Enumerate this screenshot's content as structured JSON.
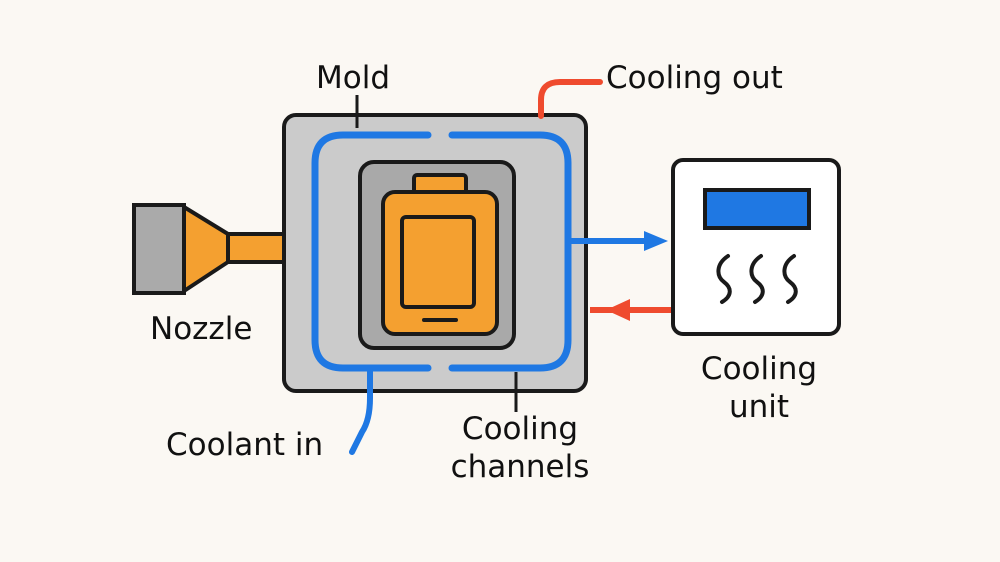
{
  "labels": {
    "mold": "Mold",
    "cooling_out": "Cooling out",
    "nozzle": "Nozzle",
    "coolant_in": "Coolant in",
    "cooling_channels": [
      "Cooling",
      "channels"
    ],
    "cooling_unit": [
      "Cooling",
      "unit"
    ]
  },
  "colors": {
    "background": "#fbf8f3",
    "mold": "#cbcbcb",
    "cavity": "#a9a9a9",
    "part": "#f4a030",
    "coolant": "#1f78e3",
    "hot_return": "#ef4b2e",
    "outline": "#1a1a1a",
    "unit_panel": "#ffffff"
  },
  "icons": [
    "nozzle-icon",
    "battery-part-icon",
    "display-panel-icon",
    "heat-waves-icon",
    "arrow-right-icon",
    "arrow-left-icon"
  ]
}
